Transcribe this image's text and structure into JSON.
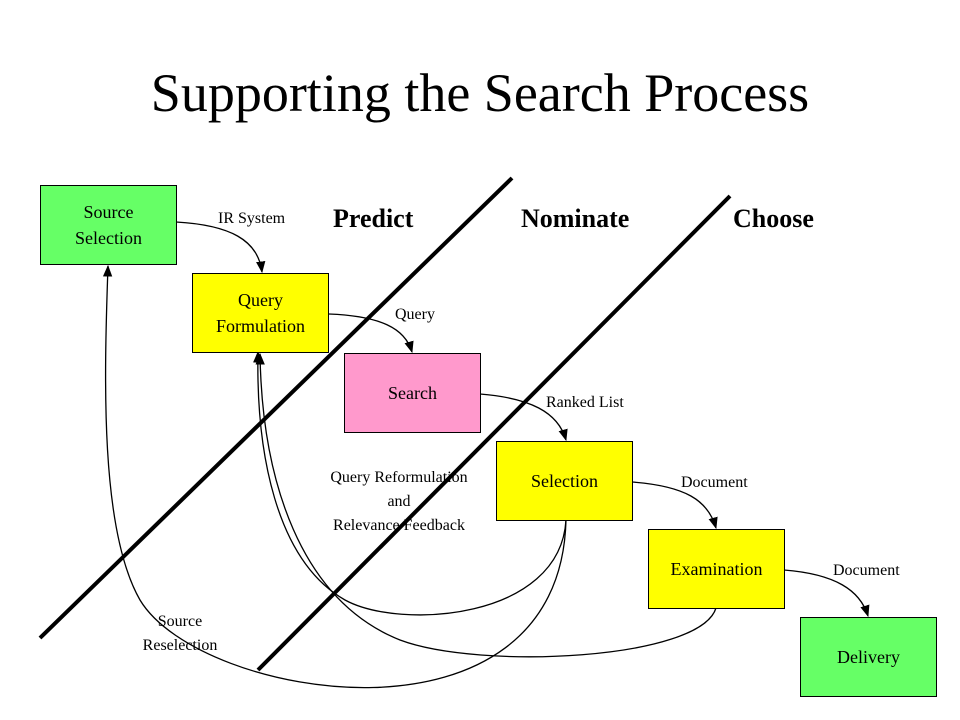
{
  "title": "Supporting the Search Process",
  "phases": {
    "predict": "Predict",
    "nominate": "Nominate",
    "choose": "Choose"
  },
  "boxes": {
    "source_selection": {
      "label": "Source\nSelection",
      "color": "#66ff66"
    },
    "query_formulation": {
      "label": "Query\nFormulation",
      "color": "#ffff00"
    },
    "search": {
      "label": "Search",
      "color": "#ff99cc"
    },
    "selection": {
      "label": "Selection",
      "color": "#ffff00"
    },
    "examination": {
      "label": "Examination",
      "color": "#ffff00"
    },
    "delivery": {
      "label": "Delivery",
      "color": "#66ff66"
    }
  },
  "edges": {
    "ir_system": "IR System",
    "query": "Query",
    "ranked_list": "Ranked List",
    "document_1": "Document",
    "document_2": "Document",
    "reformulation": "Query Reformulation\nand\nRelevance Feedback",
    "reselection": "Source\nReselection"
  }
}
